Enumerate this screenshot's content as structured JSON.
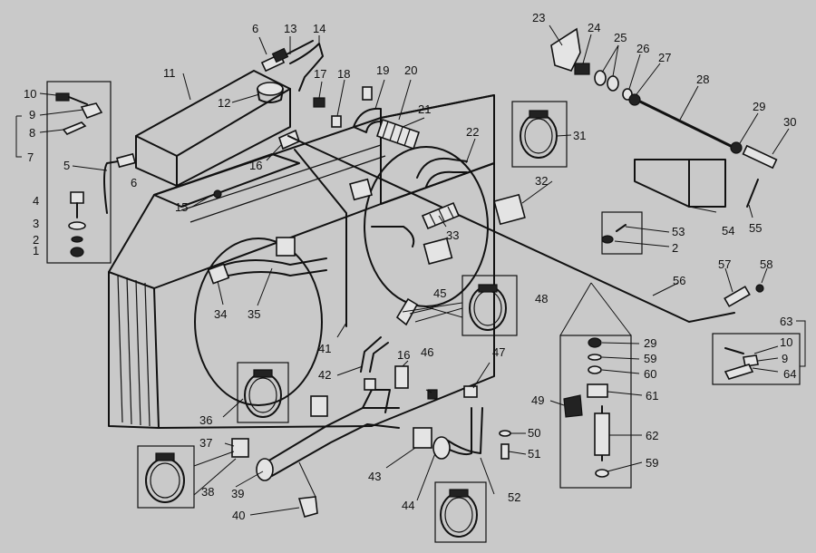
{
  "callouts": [
    "1",
    "2",
    "3",
    "4",
    "5",
    "6",
    "7",
    "8",
    "9",
    "10",
    "11",
    "12",
    "13",
    "14",
    "15",
    "16",
    "17",
    "18",
    "19",
    "20",
    "21",
    "22",
    "23",
    "24",
    "25",
    "26",
    "27",
    "28",
    "29",
    "30",
    "31",
    "32",
    "33",
    "34",
    "35",
    "36",
    "37",
    "38",
    "39",
    "40",
    "41",
    "42",
    "43",
    "44",
    "45",
    "46",
    "47",
    "48",
    "49",
    "50",
    "51",
    "52",
    "53",
    "54",
    "55",
    "56",
    "57",
    "58",
    "59",
    "60",
    "61",
    "62",
    "63",
    "64"
  ],
  "repeated_callouts": {
    "num_6": "6",
    "num_2": "2",
    "num_16": "16",
    "num_29": "29",
    "num_59": "59",
    "num_10": "10",
    "num_9": "9"
  },
  "colors": {
    "background": "#c9c9c9",
    "ink": "#111111"
  }
}
